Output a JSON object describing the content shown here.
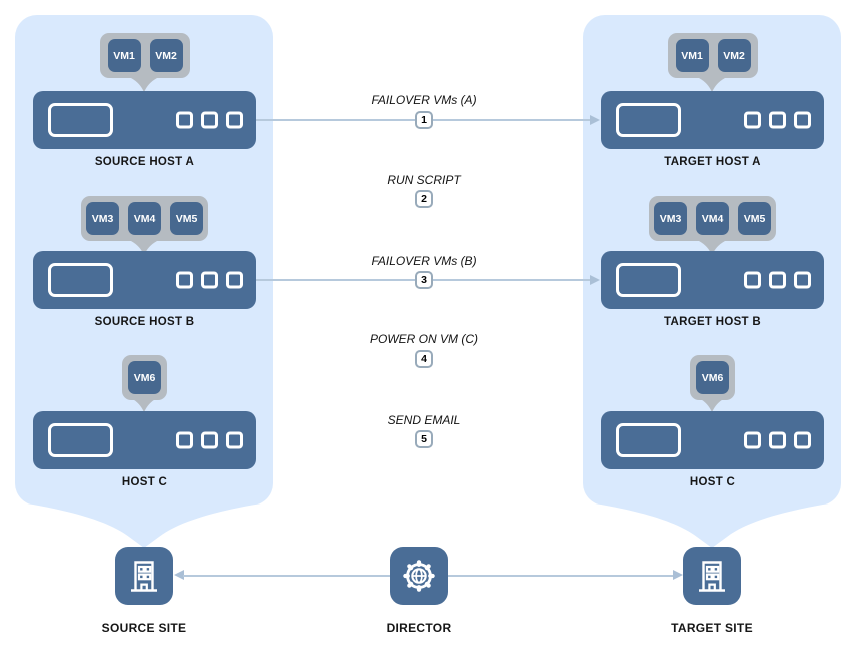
{
  "diagram": {
    "source": {
      "site_label": "SOURCE SITE",
      "hosts": [
        {
          "label": "SOURCE HOST A",
          "vms": [
            "VM1",
            "VM2"
          ]
        },
        {
          "label": "SOURCE HOST B",
          "vms": [
            "VM3",
            "VM4",
            "VM5"
          ]
        },
        {
          "label": "HOST C",
          "vms": [
            "VM6"
          ]
        }
      ]
    },
    "target": {
      "site_label": "TARGET SITE",
      "hosts": [
        {
          "label": "TARGET HOST A",
          "vms": [
            "VM1",
            "VM2"
          ]
        },
        {
          "label": "TARGET HOST B",
          "vms": [
            "VM3",
            "VM4",
            "VM5"
          ]
        },
        {
          "label": "HOST C",
          "vms": [
            "VM6"
          ]
        }
      ]
    },
    "director": {
      "label": "DIRECTOR"
    },
    "steps": [
      {
        "num": "1",
        "label": "FAILOVER VMs (A)",
        "has_arrow": true
      },
      {
        "num": "2",
        "label": "RUN SCRIPT",
        "has_arrow": false
      },
      {
        "num": "3",
        "label": "FAILOVER VMs (B)",
        "has_arrow": true
      },
      {
        "num": "4",
        "label": "POWER ON VM (C)",
        "has_arrow": false
      },
      {
        "num": "5",
        "label": "SEND EMAIL",
        "has_arrow": false
      }
    ],
    "colors": {
      "panel": "#d9e9fd",
      "host": "#4a6d96",
      "vm_chip": "#47688f",
      "bubble": "#b5bbc1",
      "connector": "#b6c9dc",
      "badge_border": "#98aaba"
    }
  }
}
